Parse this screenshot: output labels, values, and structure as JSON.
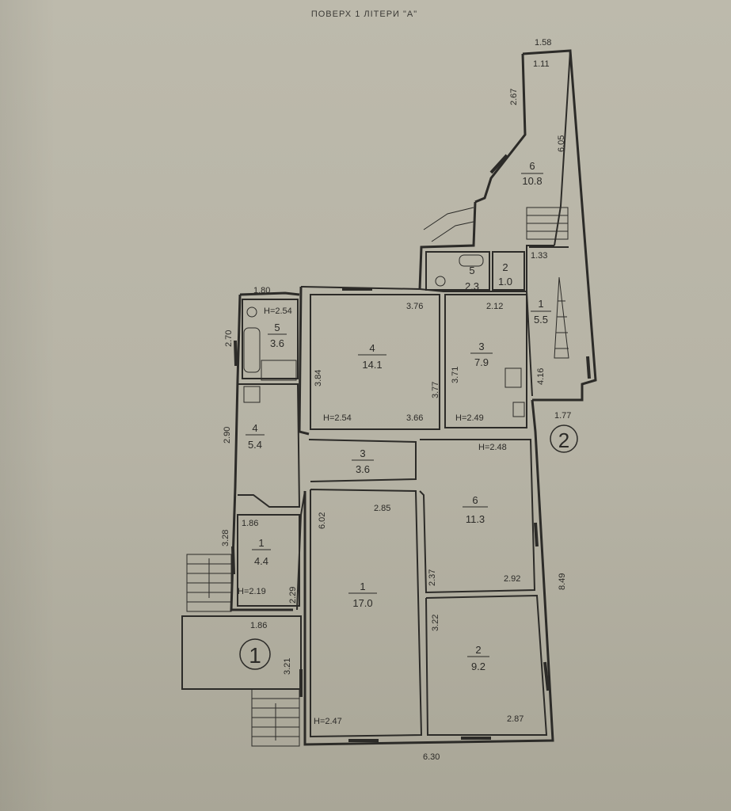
{
  "title": "ПОВЕРХ 1 ЛІТЕРИ \"А\"",
  "palette": {
    "paper": "#b9b6a8",
    "line": "#2c2b28"
  },
  "rooms": [
    {
      "id": "r6-top",
      "number": "6",
      "area": "10.8"
    },
    {
      "id": "r5-bath",
      "number": "5",
      "area": "2.3"
    },
    {
      "id": "r2-wc",
      "number": "2",
      "area": "1.0"
    },
    {
      "id": "r1-right",
      "number": "1",
      "area": "5.5"
    },
    {
      "id": "r5-left",
      "number": "5",
      "area": "3.6"
    },
    {
      "id": "r4-main",
      "number": "4",
      "area": "14.1"
    },
    {
      "id": "r3-kitchen",
      "number": "3",
      "area": "7.9"
    },
    {
      "id": "r4-left",
      "number": "4",
      "area": "5.4"
    },
    {
      "id": "r3-hall",
      "number": "3",
      "area": "3.6"
    },
    {
      "id": "r6-mid",
      "number": "6",
      "area": "11.3"
    },
    {
      "id": "r1-left",
      "number": "1",
      "area": "4.4"
    },
    {
      "id": "r1-big",
      "number": "1",
      "area": "17.0"
    },
    {
      "id": "r2-low",
      "number": "2",
      "area": "9.2"
    }
  ],
  "dimensions": [
    "1.58",
    "1.11",
    "2.67",
    "6.05",
    "1.33",
    "1.80",
    "3.76",
    "2.12",
    "2.70",
    "3.84",
    "3.77",
    "3.71",
    "4.16",
    "3.66",
    "1.77",
    "2.90",
    "2.85",
    "6.02",
    "1.86",
    "3.28",
    "2.29",
    "2.37",
    "2.92",
    "8.49",
    "1.86",
    "3.22",
    "3.21",
    "2.87",
    "6.30"
  ],
  "heights": [
    "H=2.54",
    "H=2.54",
    "H=2.49",
    "H=2.48",
    "H=2.19",
    "H=2.47"
  ],
  "entrances": [
    "1",
    "2"
  ]
}
